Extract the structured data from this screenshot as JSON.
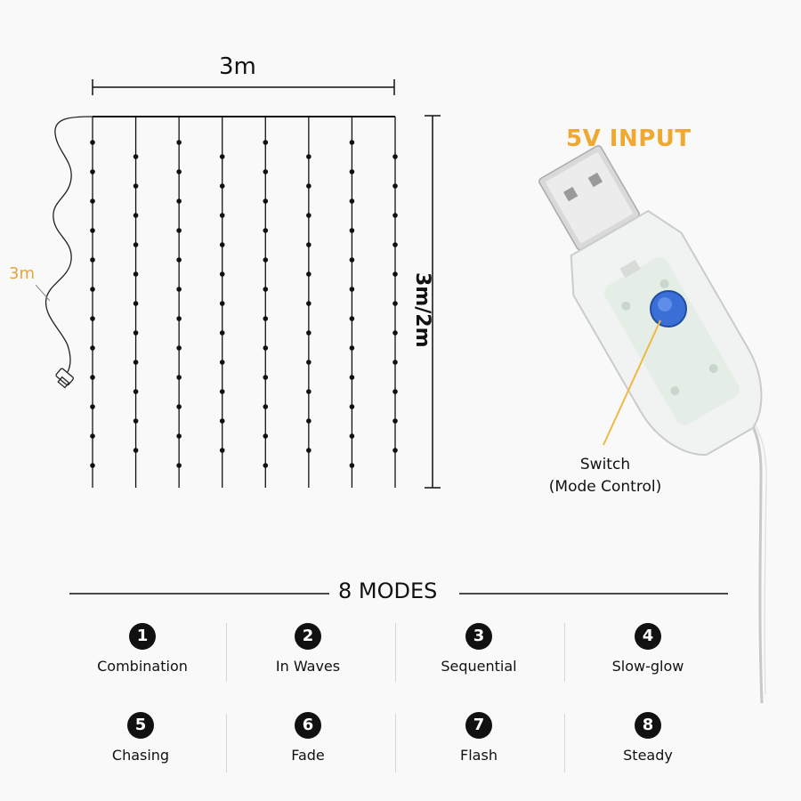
{
  "curtain": {
    "width_label": "3m",
    "height_label": "3m/2m",
    "cable_label": "3m"
  },
  "controller": {
    "input_label": "5V INPUT",
    "switch_label": "Switch",
    "switch_sub": "(Mode Control)"
  },
  "modes": {
    "title": "8 MODES",
    "items": [
      {
        "num": "1",
        "label": "Combination"
      },
      {
        "num": "2",
        "label": "In Waves"
      },
      {
        "num": "3",
        "label": "Sequential"
      },
      {
        "num": "4",
        "label": "Slow-glow"
      },
      {
        "num": "5",
        "label": "Chasing"
      },
      {
        "num": "6",
        "label": "Fade"
      },
      {
        "num": "7",
        "label": "Flash"
      },
      {
        "num": "8",
        "label": "Steady"
      }
    ]
  },
  "colors": {
    "accent": "#f0a830",
    "switch_button": "#3a6fd8",
    "line": "#111111"
  }
}
